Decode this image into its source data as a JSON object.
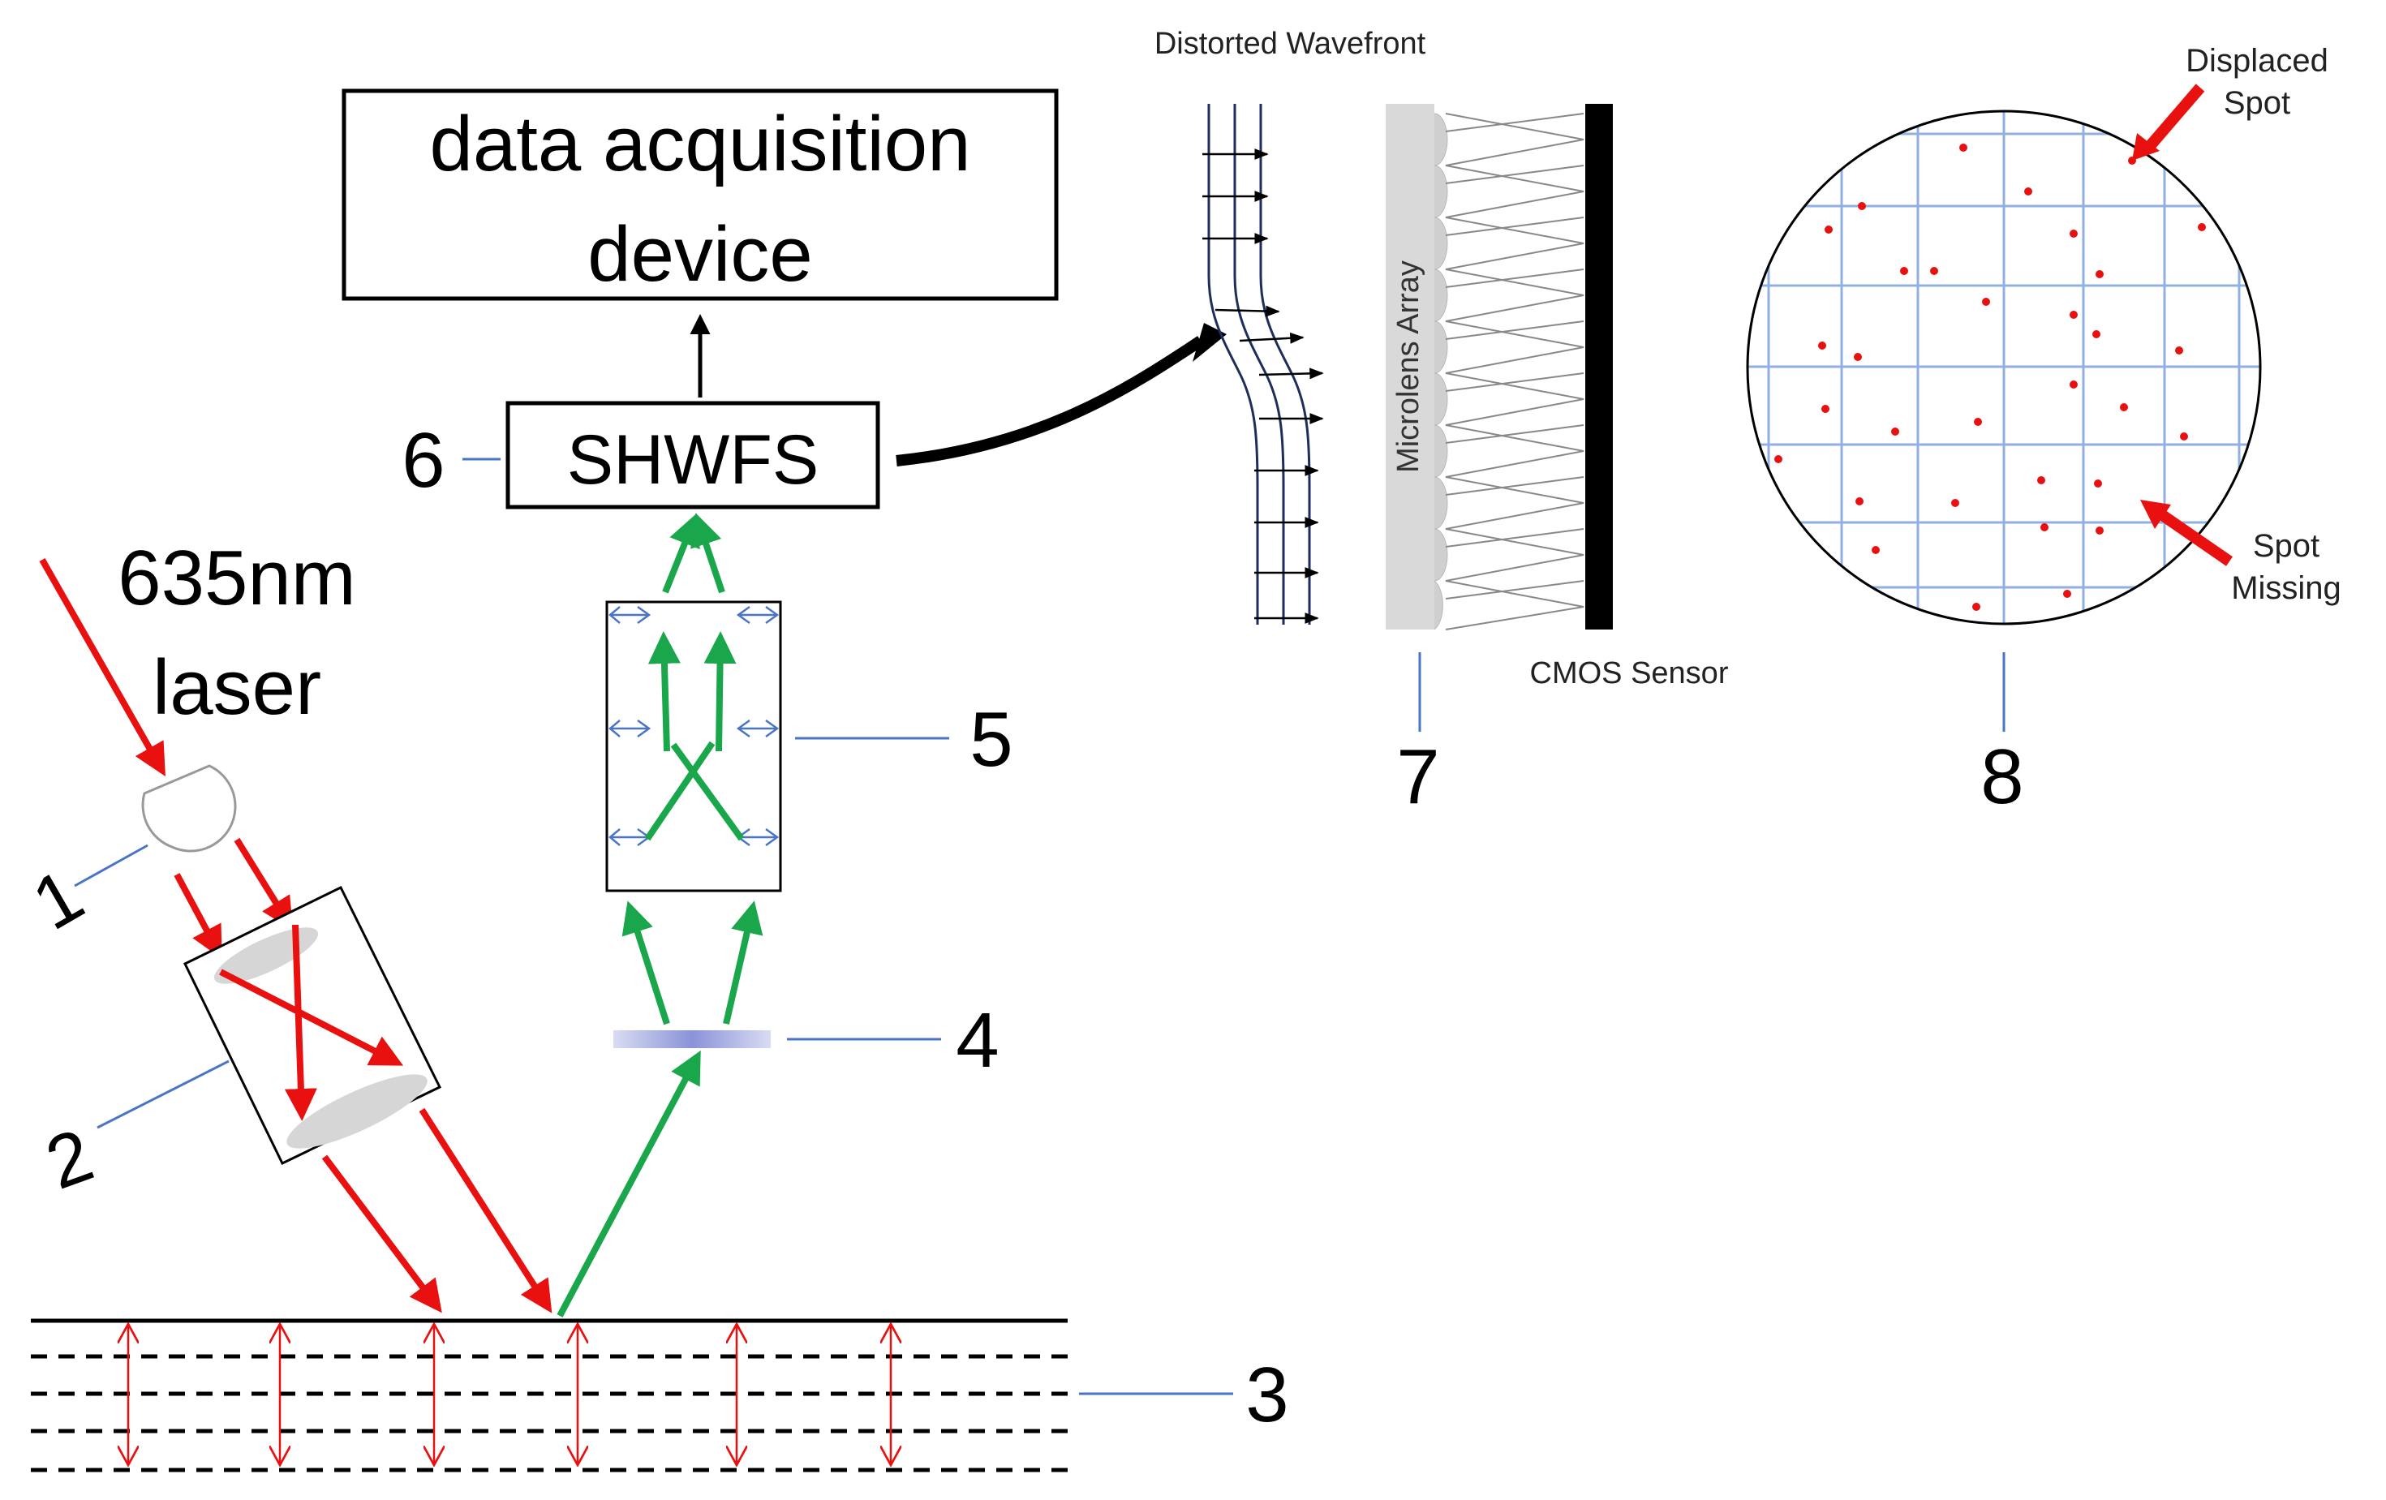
{
  "labels": {
    "device": [
      "data acquisition",
      "device"
    ],
    "shwfs": "SHWFS",
    "laser": [
      "635nm",
      "laser"
    ],
    "distorted_wavefront": "Distorted Wavefront",
    "microlens_array": "Microlens Array",
    "cmos_sensor": "CMOS Sensor",
    "displaced_spot": [
      "Displaced",
      "Spot"
    ],
    "spot_missing": [
      "Spot",
      "Missing"
    ]
  },
  "numbers": {
    "n1": "1",
    "n2": "2",
    "n3": "3",
    "n4": "4",
    "n5": "5",
    "n6": "6",
    "n7": "7",
    "n8": "8"
  },
  "colors": {
    "laser_beam": "#e8110f",
    "reflected_beam": "#1aa64a",
    "leader_line": "#4a74c4",
    "grid": "#8fb0e0",
    "spot": "#e8110f",
    "surface": "#000000"
  }
}
